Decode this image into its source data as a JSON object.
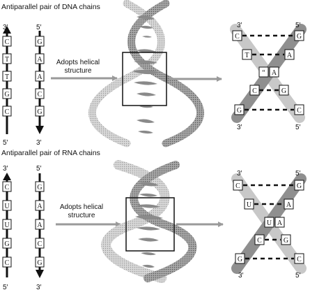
{
  "figure": {
    "background": "#ffffff",
    "panels": [
      {
        "heading": "Antiparallel pair of DNA chains",
        "strand_a": {
          "top": "3′",
          "bottom": "5′",
          "bases": [
            "C",
            "T",
            "T",
            "G",
            "C"
          ]
        },
        "strand_b": {
          "top": "5′",
          "bottom": "3′",
          "bases": [
            "G",
            "A",
            "A",
            "C",
            "G"
          ]
        },
        "transition_label": [
          "Adopts helical",
          "structure"
        ],
        "zoom_pairs": [
          {
            "left": "C",
            "right": "G"
          },
          {
            "left": "T",
            "right": "A"
          },
          {
            "left": "“",
            "right": "A"
          },
          {
            "left": "C",
            "right": "G"
          },
          {
            "left": "G",
            "right": "C"
          }
        ],
        "zoom_labels": {
          "top_left": "3′",
          "top_right": "5′",
          "bottom_left": "3′",
          "bottom_right": "5′"
        }
      },
      {
        "heading": "Antiparallel pair of RNA chains",
        "strand_a": {
          "top": "3′",
          "bottom": "5′",
          "bases": [
            "C",
            "U",
            "U",
            "G",
            "C"
          ]
        },
        "strand_b": {
          "top": "5′",
          "bottom": "3′",
          "bases": [
            "G",
            "A",
            "A",
            "C",
            "G"
          ]
        },
        "transition_label": [
          "Adopts helical",
          "structure"
        ],
        "zoom_pairs": [
          {
            "left": "C",
            "right": "G"
          },
          {
            "left": "U",
            "right": "A"
          },
          {
            "left": "U",
            "right": "A"
          },
          {
            "left": "C",
            "right": "G"
          },
          {
            "left": "G",
            "right": "C"
          }
        ],
        "zoom_labels": {
          "top_left": "3′",
          "top_right": "5′",
          "bottom_left": "3′",
          "bottom_right": "5′"
        }
      }
    ],
    "colors": {
      "ink": "#111111",
      "backbone_light": "#cfcfcf",
      "backbone_dark": "#8f8f8f",
      "base_fill": "#9a9a9a",
      "arrow": "#9a9a9a"
    }
  }
}
